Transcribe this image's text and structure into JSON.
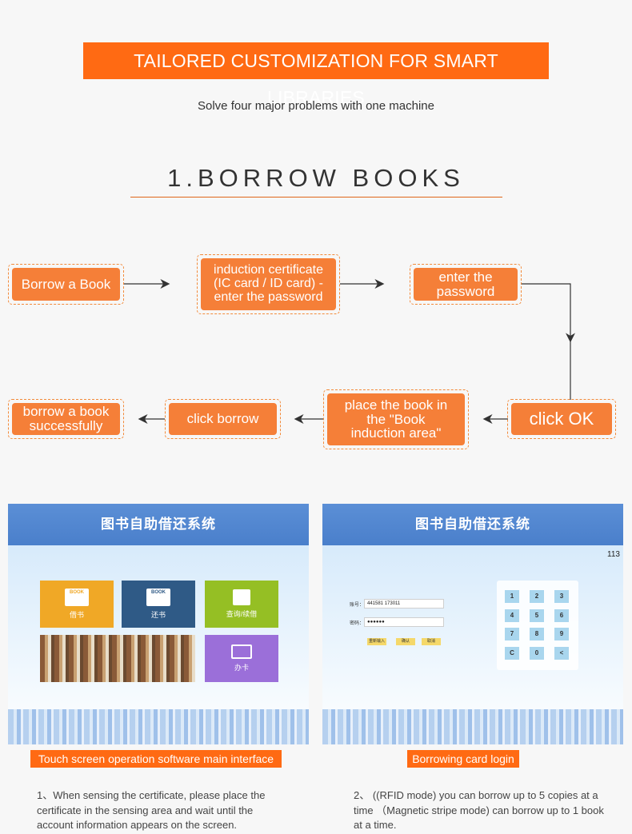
{
  "banner": "TAILORED CUSTOMIZATION FOR SMART LIBRARIES",
  "subtitle": "Solve four major problems with one machine",
  "section_title": "1.BORROW BOOKS",
  "steps": {
    "borrow_a_book": "Borrow a Book",
    "induction_certificate": "induction certificate (IC card / ID card) - enter the password",
    "enter_password": "enter the password",
    "click_ok": "click OK",
    "place_book": "place the book in the \"Book induction area\"",
    "click_borrow": "click borrow",
    "borrow_success": "borrow a book successfully"
  },
  "screen1": {
    "header": "图书自助借还系统",
    "tiles": {
      "borrow": "借书",
      "return": "还书",
      "query": "查询/续借",
      "card": "办卡"
    },
    "tile_book_label": "BOOK"
  },
  "screen2": {
    "header": "图书自助借还系统",
    "counter": "113",
    "card_label": "账号：",
    "card_value": "441581     173011",
    "password_label": "密码：",
    "password_value": "●●●●●●",
    "buttons": [
      "重新输入",
      "确认",
      "取消"
    ],
    "keys": [
      "1",
      "2",
      "3",
      "4",
      "5",
      "6",
      "7",
      "8",
      "9",
      "C",
      "0",
      "<"
    ]
  },
  "captions": {
    "left": "Touch screen operation software main interface",
    "right": "Borrowing card login"
  },
  "notes": {
    "left": "1、When sensing the certificate, please place the certificate in the sensing area and wait until the account information appears on the screen.",
    "right": "2、 ((RFID mode) you can borrow up to 5 copies at a time （Magnetic stripe mode) can borrow up to 1 book at a time."
  },
  "colors": {
    "accent": "#ff6a13",
    "step": "#f57f38",
    "arrow": "#333333"
  }
}
